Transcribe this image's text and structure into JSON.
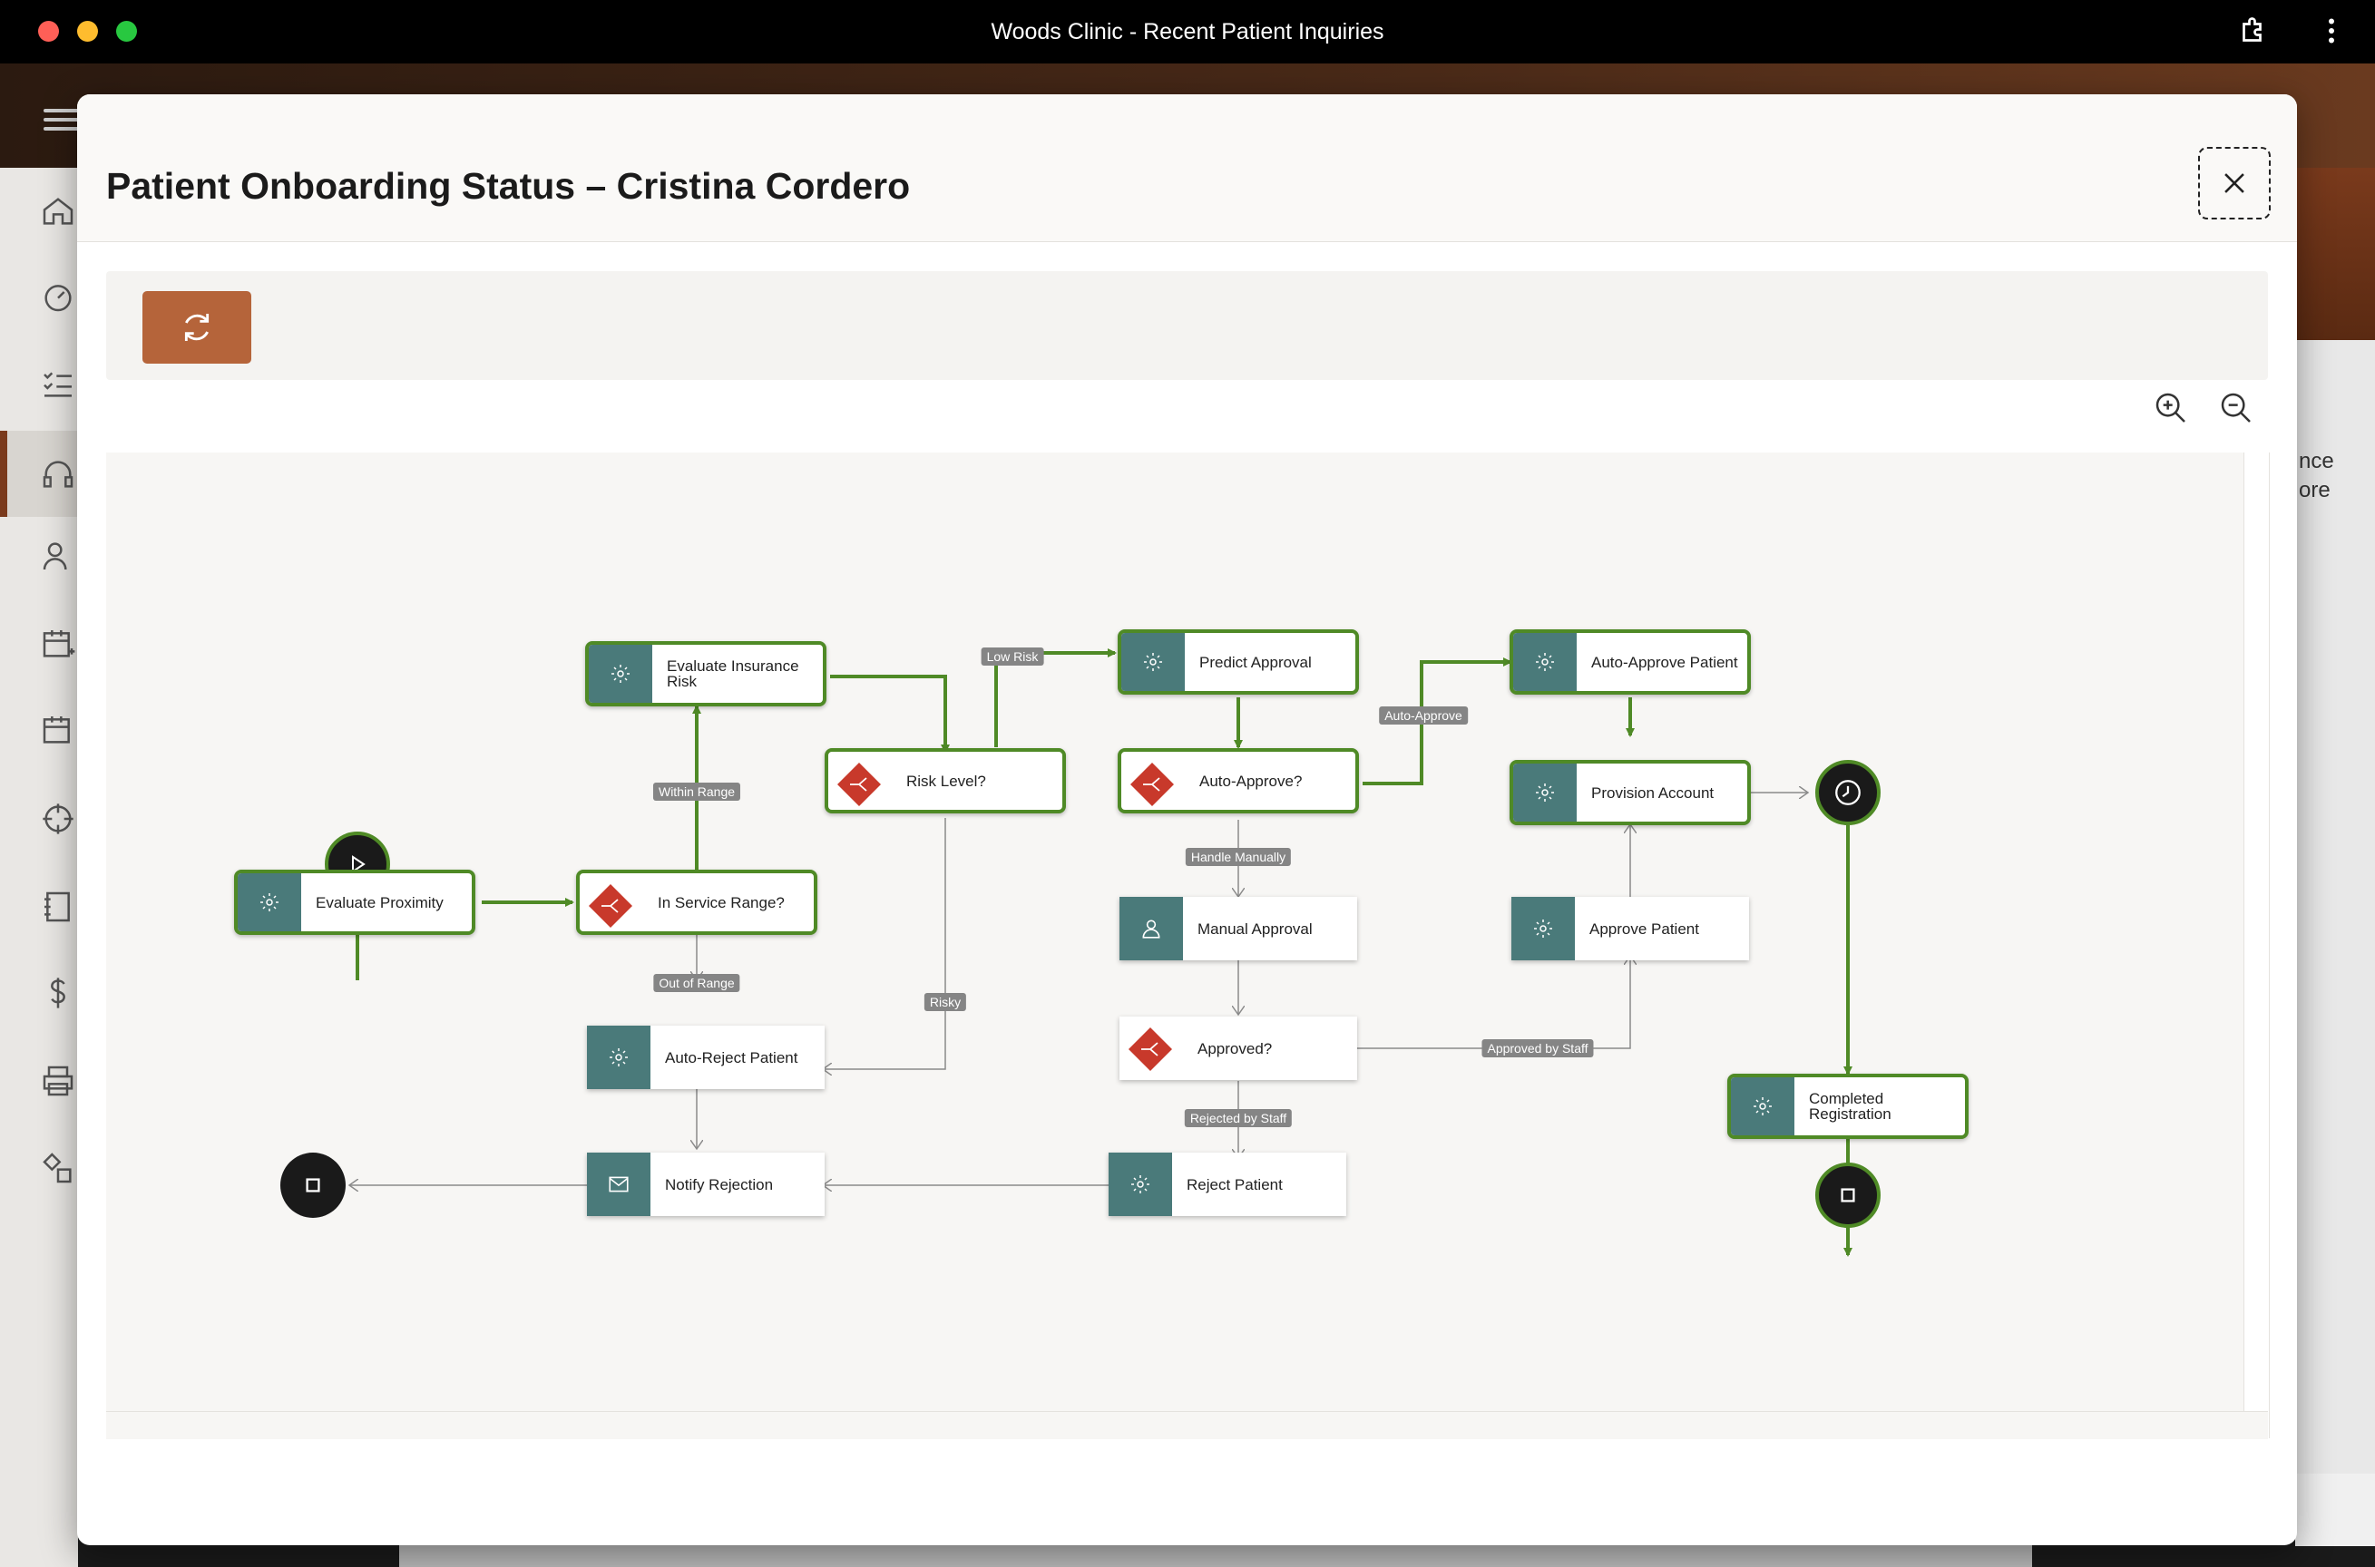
{
  "window": {
    "title": "Woods Clinic - Recent Patient Inquiries"
  },
  "modal": {
    "title": "Patient Onboarding Status – Cristina Cordero"
  },
  "background_panel": {
    "partial_text_1": "nce",
    "partial_text_2": "ore"
  },
  "diagram": {
    "nodes": {
      "evaluate_proximity": "Evaluate Proximity",
      "in_service_range": "In Service Range?",
      "evaluate_insurance_risk": "Evaluate Insurance Risk",
      "risk_level": "Risk Level?",
      "predict_approval": "Predict Approval",
      "auto_approve_q": "Auto-Approve?",
      "auto_approve_patient": "Auto-Approve Patient",
      "provision_account": "Provision Account",
      "manual_approval": "Manual Approval",
      "approve_patient": "Approve Patient",
      "approved_q": "Approved?",
      "auto_reject_patient": "Auto-Reject Patient",
      "notify_rejection": "Notify Rejection",
      "reject_patient": "Reject Patient",
      "completed_registration": "Completed Registration"
    },
    "edge_labels": {
      "within_range": "Within Range",
      "out_of_range": "Out of Range",
      "low_risk": "Low Risk",
      "risky": "Risky",
      "auto_approve": "Auto-Approve",
      "handle_manually": "Handle Manually",
      "approved_by_staff": "Approved by Staff",
      "rejected_by_staff": "Rejected by Staff"
    },
    "colors": {
      "active": "#4f8a26",
      "inactive": "#8a8a8a",
      "task": "#4a7a7a",
      "gateway": "#c8392b"
    }
  }
}
